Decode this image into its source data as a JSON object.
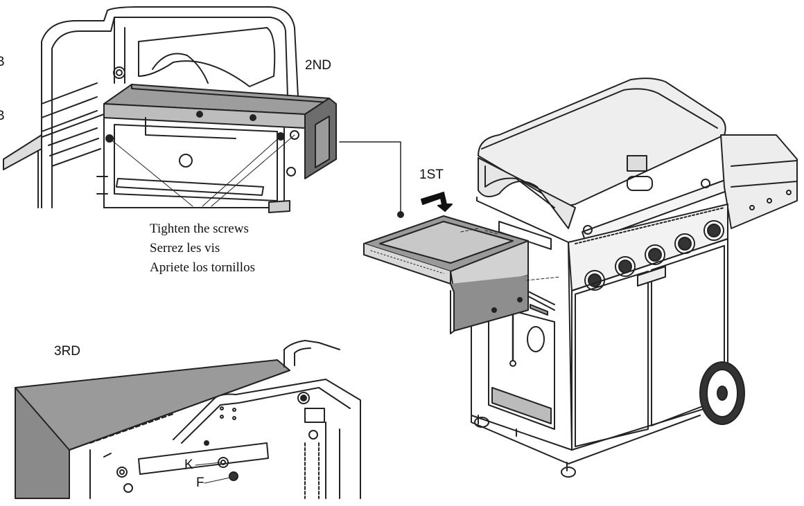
{
  "steps": {
    "first": "1ST",
    "second": "2ND",
    "third": "3RD"
  },
  "instructions": [
    "Tighten the screws",
    "Serrez les vis",
    "Apriete los tornillos"
  ],
  "parts": {
    "k": "K",
    "f": "F",
    "edge_top": "B",
    "edge_mid": "B"
  }
}
